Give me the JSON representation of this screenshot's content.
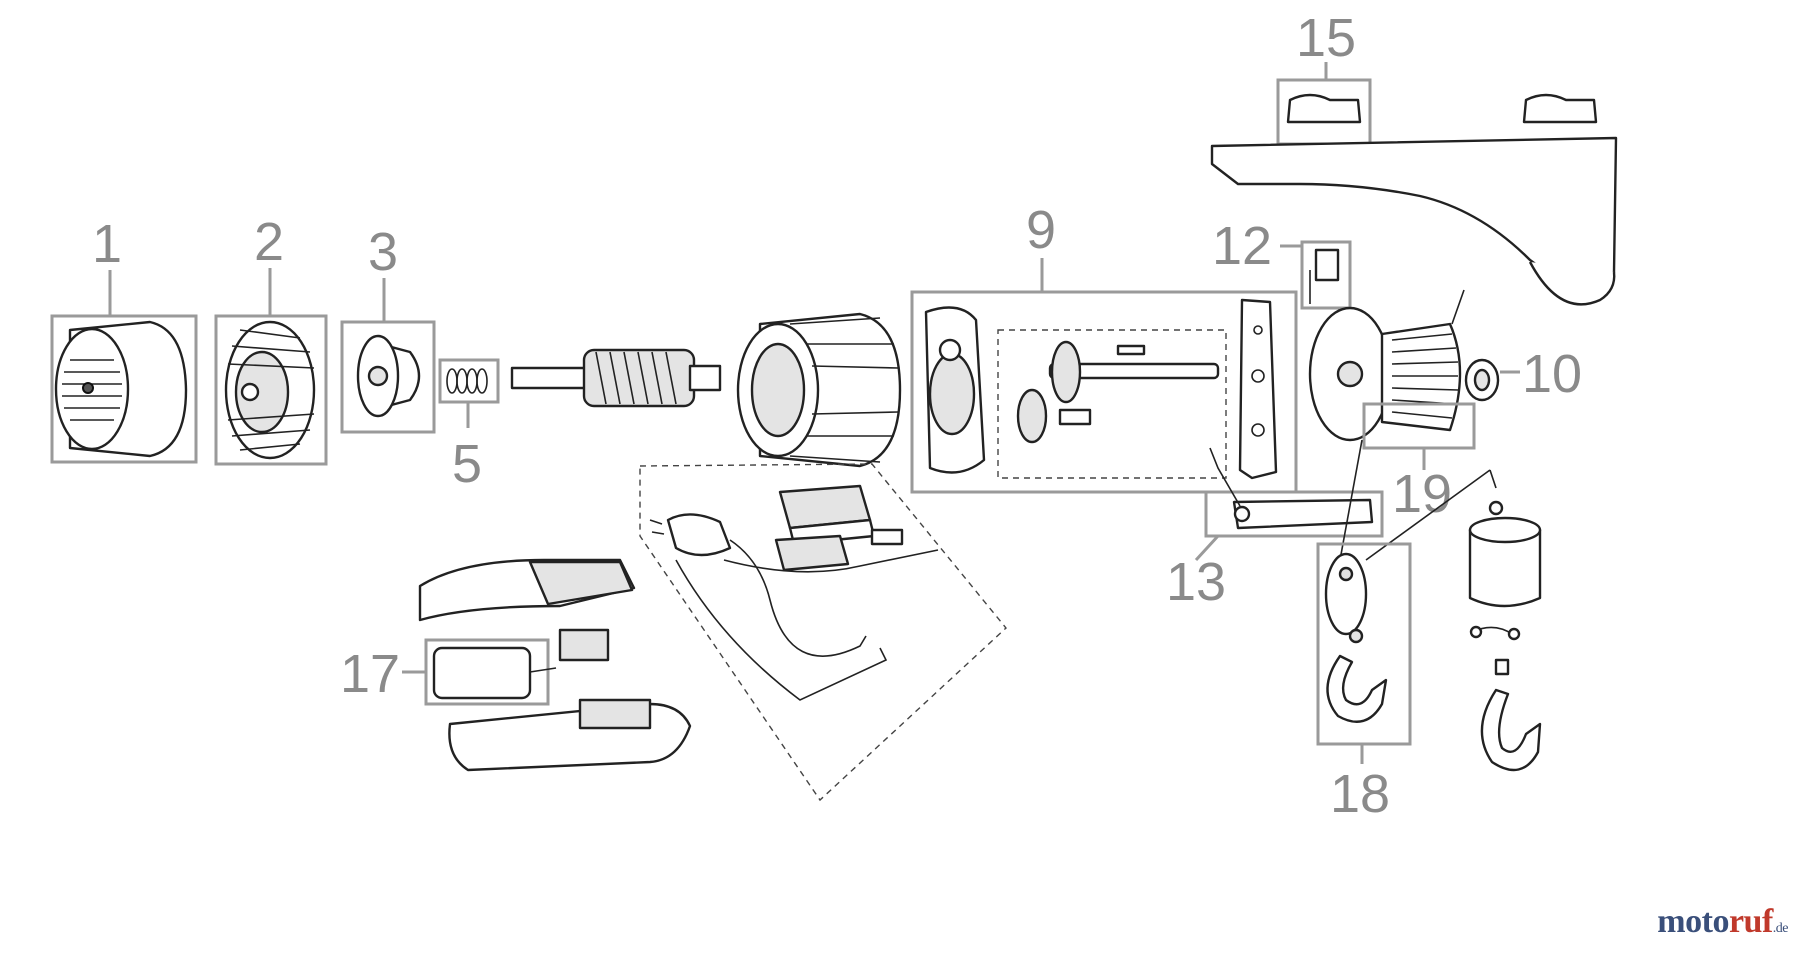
{
  "diagram": {
    "callouts": {
      "c1": "1",
      "c2": "2",
      "c3": "3",
      "c5": "5",
      "c9": "9",
      "c10": "10",
      "c12": "12",
      "c13": "13",
      "c15": "15",
      "c17": "17",
      "c18": "18",
      "c19": "19"
    }
  },
  "watermark": {
    "part_a": "moto",
    "part_b": "ruf",
    "part_c": ".de"
  }
}
